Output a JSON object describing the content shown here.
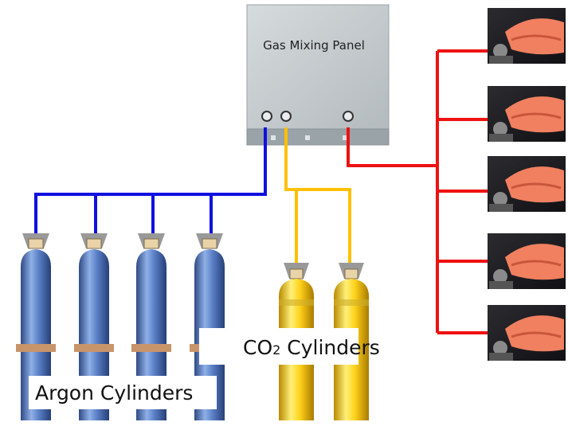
{
  "panel": {
    "title": "Gas Mixing Panel"
  },
  "labels": {
    "argon": "Argon Cylinders",
    "co2_main": "CO",
    "co2_sub": "2",
    "co2_rest": " Cylinders"
  },
  "colors": {
    "argon_line": "#1010e0",
    "co2_line": "#ffc000",
    "mix_line": "#ee1111",
    "panel_face": "#c4cacc"
  },
  "counts": {
    "argon_cylinders": 4,
    "co2_cylinders": 2,
    "welding_stations": 5
  },
  "icons": {
    "cylinder": "gas-cylinder-icon",
    "station": "welder-photo-icon"
  }
}
